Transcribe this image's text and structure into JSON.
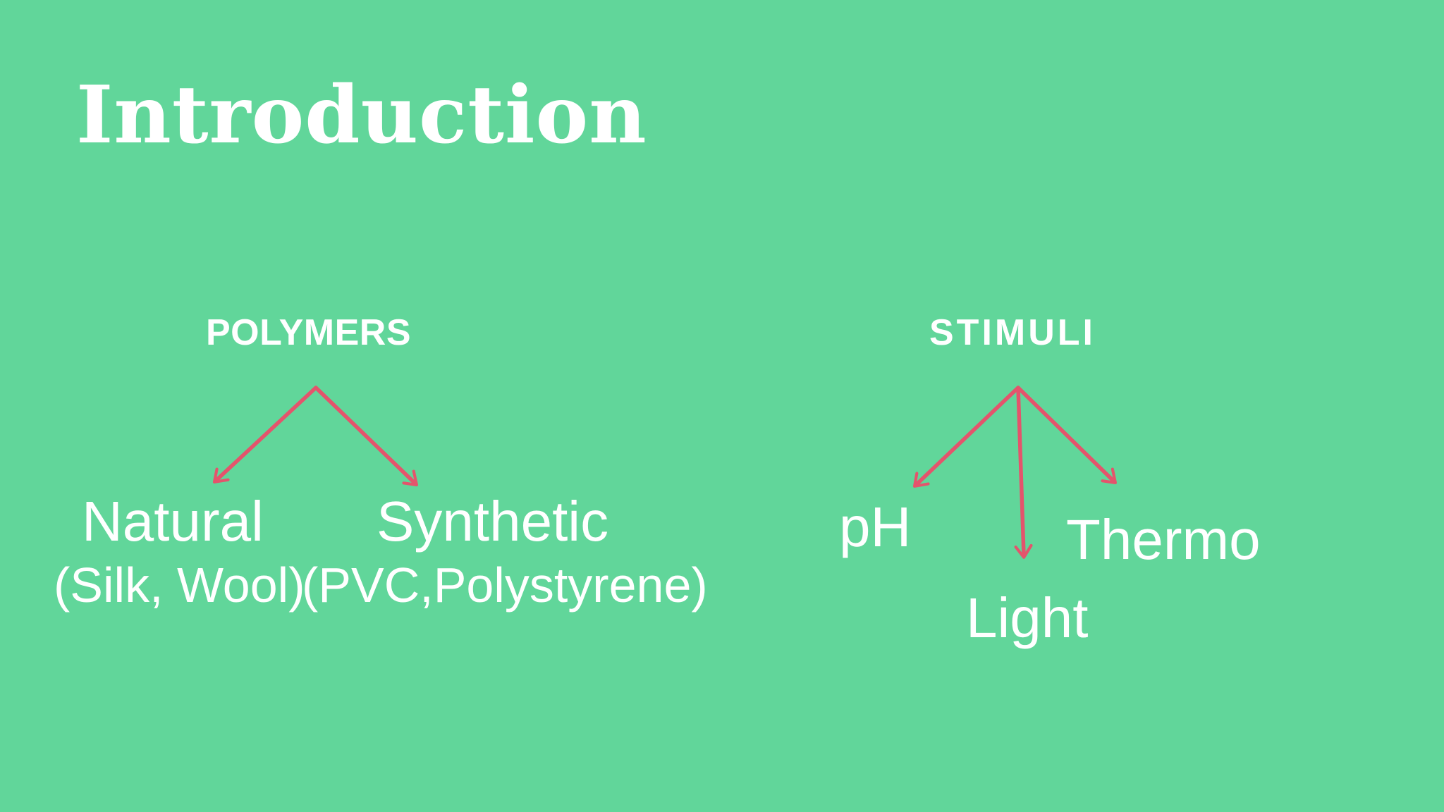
{
  "slide": {
    "title": "Introduction",
    "colors": {
      "background": "#61d69a",
      "text": "#ffffff",
      "arrow": "#e4546c"
    }
  },
  "trees": [
    {
      "heading": "POLYMERS",
      "children": [
        {
          "label": "Natural",
          "detail": "(Silk, Wool)"
        },
        {
          "label": "Synthetic",
          "detail": "(PVC,Polystyrene)"
        }
      ]
    },
    {
      "heading": "STIMULI",
      "children": [
        {
          "label": "pH"
        },
        {
          "label": "Light"
        },
        {
          "label": "Thermo"
        }
      ]
    }
  ]
}
